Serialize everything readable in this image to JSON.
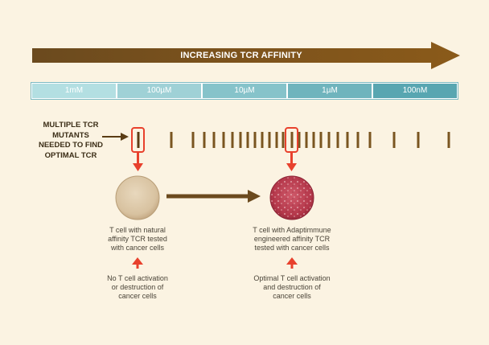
{
  "header_arrow": {
    "label": "INCREASING TCR AFFINITY",
    "color": "#8a5a1a"
  },
  "affinity_scale": {
    "segments": [
      "1mM",
      "100µM",
      "10µM",
      "1µM",
      "100nM"
    ],
    "colors": [
      "#b3dfe2",
      "#9fd1d6",
      "#86c3ca",
      "#6fb4bd",
      "#58a6b1"
    ]
  },
  "mutants_label": {
    "line1": "MULTIPLE TCR",
    "line2": "MUTANTS",
    "line3": "NEEDED TO FIND",
    "line4": "OPTIMAL TCR"
  },
  "left_panel": {
    "caption_line1": "T cell with natural",
    "caption_line2": "affinity TCR tested",
    "caption_line3": "with cancer cells",
    "result_line1": "No T cell activation",
    "result_line2": "or destruction of",
    "result_line3": "cancer cells"
  },
  "right_panel": {
    "caption_line1": "T cell with Adaptimmune",
    "caption_line2": "engineered affinity TCR",
    "caption_line3": "tested with cancer cells",
    "result_line1": "Optimal T cell activation",
    "result_line2": "and destruction of",
    "result_line3": "cancer cells"
  },
  "colors": {
    "bar_brown": "#7a5520",
    "highlight_red": "#e8412d",
    "natural_dish": "#dcc7a8",
    "engineered_dish": "#b8374a"
  }
}
